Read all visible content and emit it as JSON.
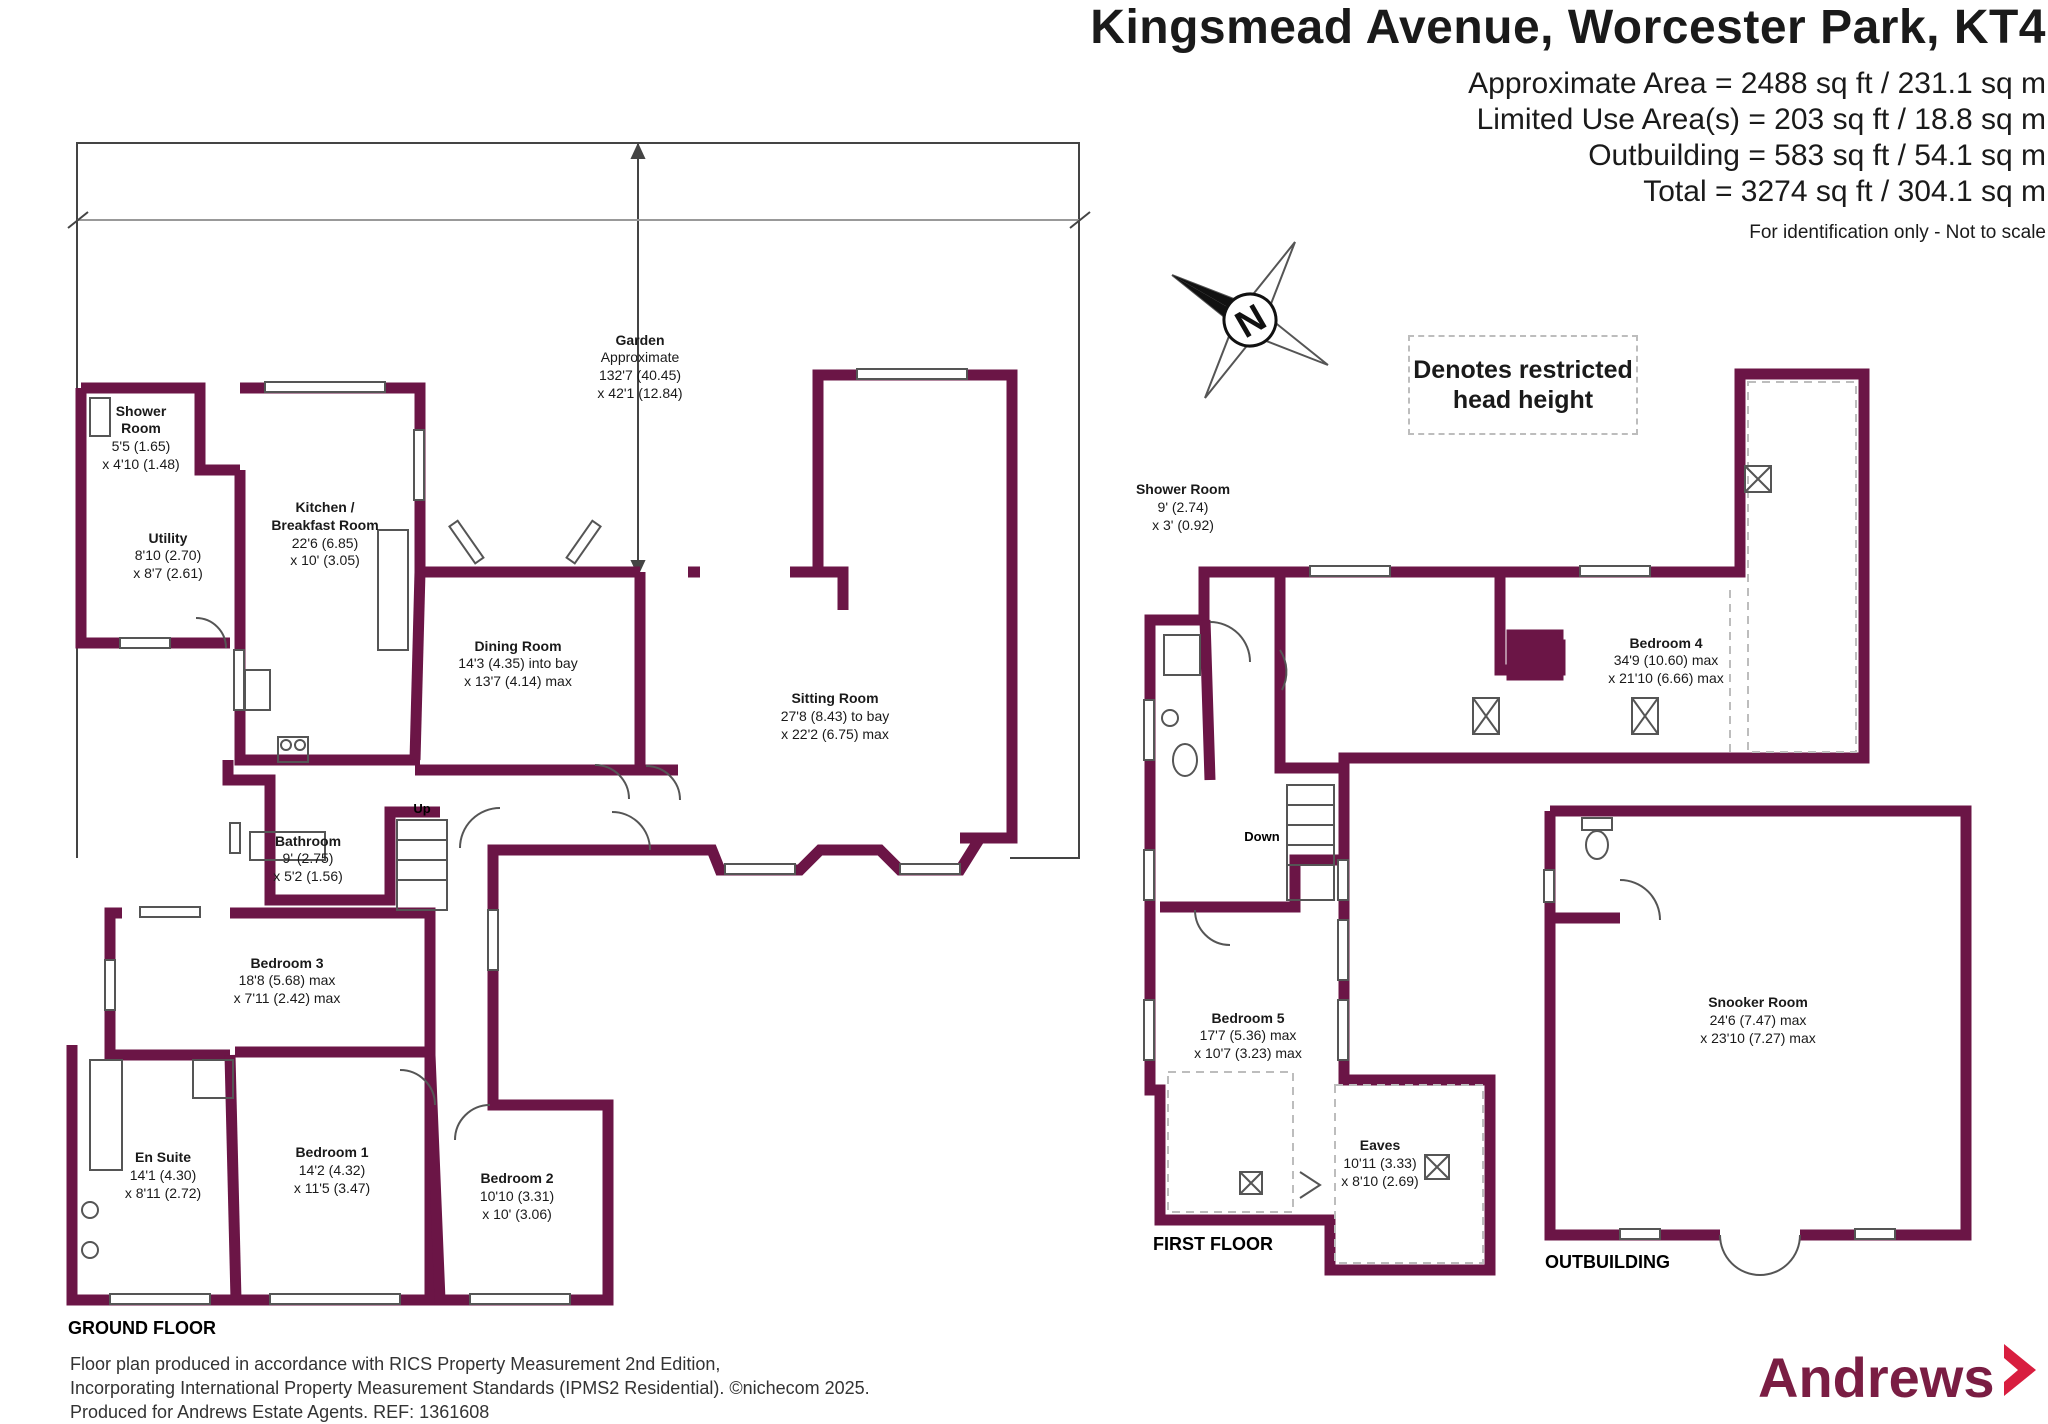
{
  "header": {
    "title": "Kingsmead Avenue, Worcester Park, KT4",
    "areas": [
      "Approximate Area = 2488 sq ft / 231.1 sq m",
      "Limited Use Area(s) = 203 sq ft / 18.8 sq m",
      "Outbuilding = 583 sq ft / 54.1 sq m",
      "Total = 3274 sq ft / 304.1 sq m"
    ],
    "note": "For identification only - Not to scale"
  },
  "legend": {
    "label": "Denotes restricted head height"
  },
  "compass": {
    "letter": "N"
  },
  "floors": {
    "ground": "GROUND FLOOR",
    "first": "FIRST FLOOR",
    "outbuilding": "OUTBUILDING"
  },
  "rooms": {
    "garden": [
      "Garden",
      "Approximate",
      "132'7 (40.45)",
      "x 42'1 (12.84)"
    ],
    "shower_room_gf": [
      "Shower",
      "Room",
      "5'5 (1.65)",
      "x 4'10 (1.48)"
    ],
    "utility": [
      "Utility",
      "8'10 (2.70)",
      "x 8'7 (2.61)"
    ],
    "kitchen": [
      "Kitchen /",
      "Breakfast Room",
      "22'6 (6.85)",
      "x 10' (3.05)"
    ],
    "dining": [
      "Dining Room",
      "14'3 (4.35) into bay",
      "x 13'7 (4.14) max"
    ],
    "sitting": [
      "Sitting Room",
      "27'8 (8.43) to bay",
      "x 22'2 (6.75) max"
    ],
    "bathroom": [
      "Bathroom",
      "9' (2.75)",
      "x 5'2 (1.56)"
    ],
    "bedroom3": [
      "Bedroom 3",
      "18'8 (5.68) max",
      "x 7'11 (2.42) max"
    ],
    "ensuite": [
      "En Suite",
      "14'1 (4.30)",
      "x 8'11 (2.72)"
    ],
    "bedroom1": [
      "Bedroom 1",
      "14'2 (4.32)",
      "x 11'5 (3.47)"
    ],
    "bedroom2": [
      "Bedroom 2",
      "10'10 (3.31)",
      "x 10' (3.06)"
    ],
    "shower_room_ff": [
      "Shower Room",
      "9' (2.74)",
      "x 3' (0.92)"
    ],
    "bedroom4": [
      "Bedroom 4",
      "34'9 (10.60) max",
      "x 21'10 (6.66) max"
    ],
    "bedroom5": [
      "Bedroom 5",
      "17'7 (5.36) max",
      "x 10'7 (3.23) max"
    ],
    "eaves": [
      "Eaves",
      "10'11 (3.33)",
      "x 8'10 (2.69)"
    ],
    "snooker": [
      "Snooker Room",
      "24'6 (7.47) max",
      "x 23'10 (7.27) max"
    ]
  },
  "stairs": {
    "up": "Up",
    "down": "Down"
  },
  "footer": {
    "lines": [
      "Floor plan produced in accordance with RICS Property Measurement 2nd Edition,",
      "Incorporating International Property Measurement Standards (IPMS2 Residential).  ©nichecom 2025.",
      "Produced for Andrews Estate Agents.   REF: 1361608"
    ]
  },
  "brand": {
    "name": "Andrews"
  },
  "colors": {
    "wall": "#6b1546",
    "brand": "#7a1d43",
    "dashed": "#bdbdbd"
  }
}
